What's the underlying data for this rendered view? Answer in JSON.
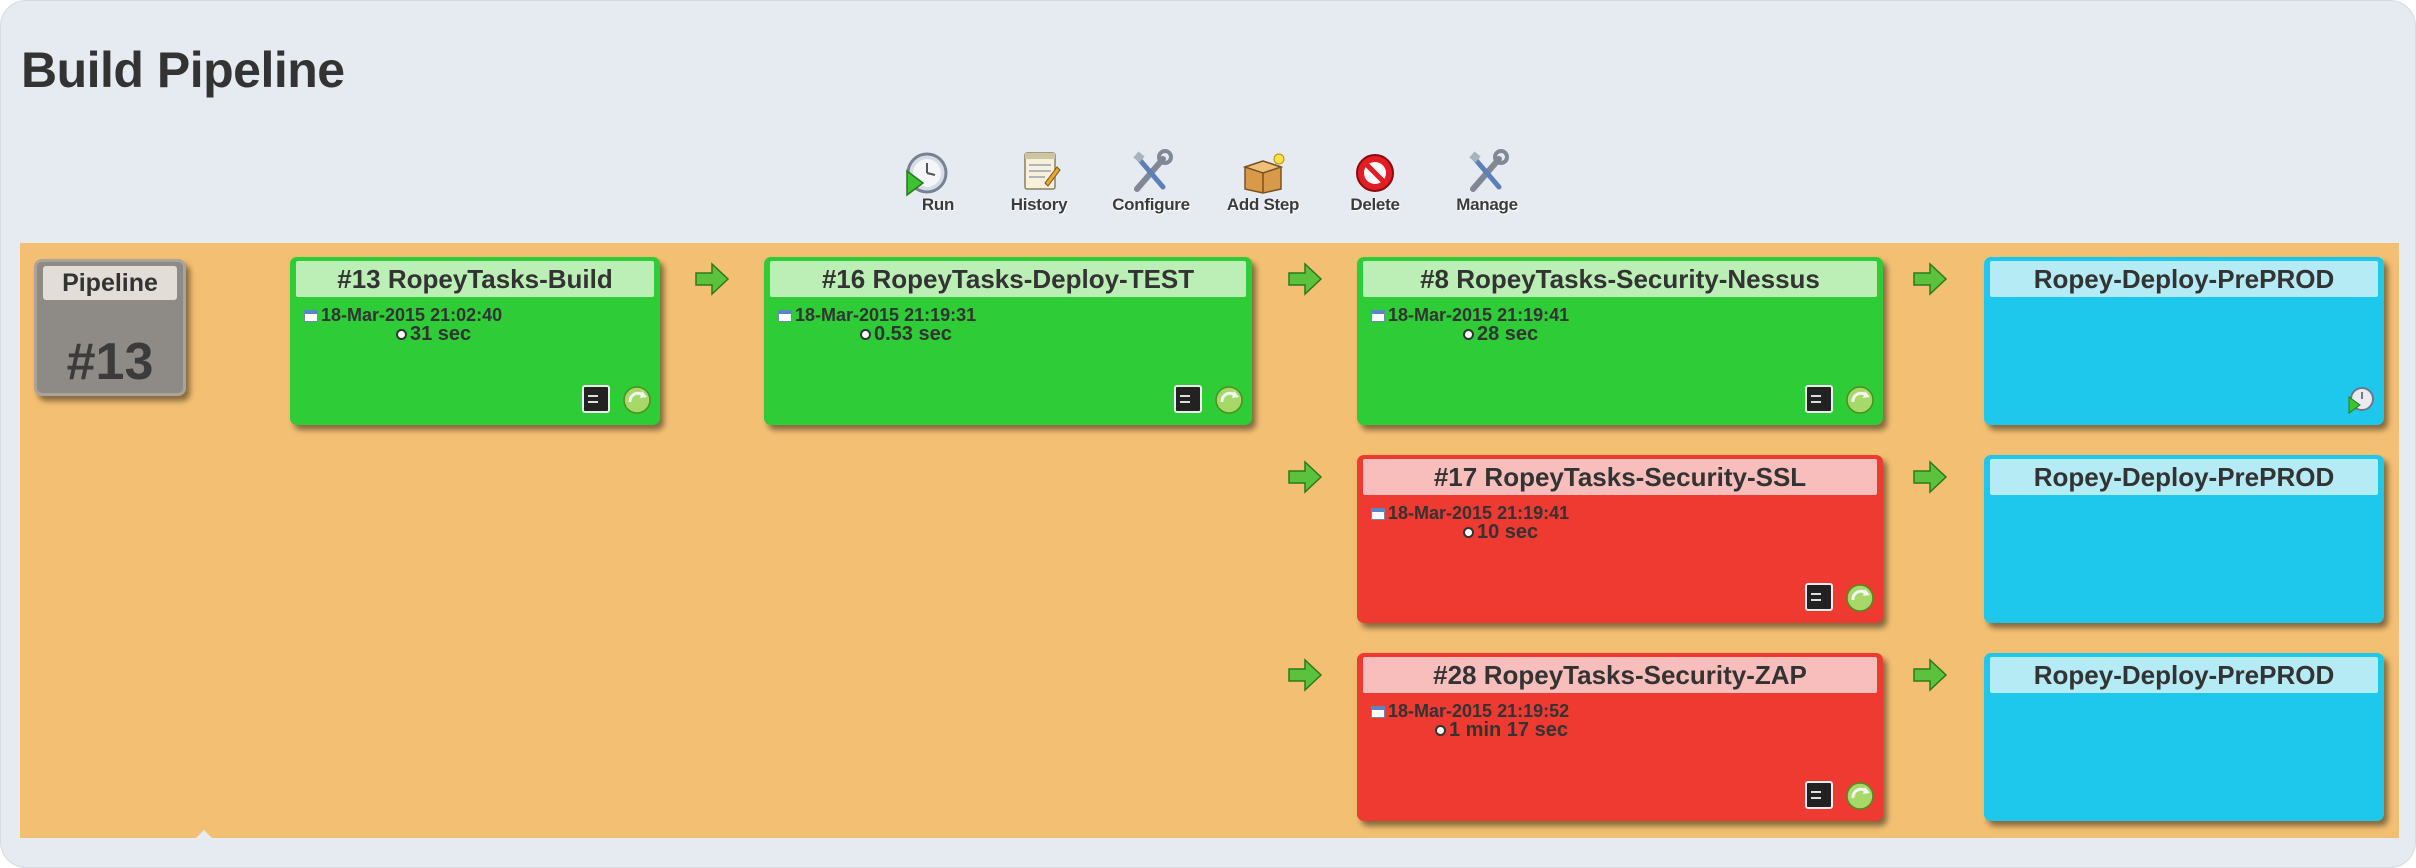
{
  "page": {
    "title": "Build Pipeline"
  },
  "toolbar": {
    "items": [
      {
        "label": "Run",
        "icon": "run-icon"
      },
      {
        "label": "History",
        "icon": "history-icon"
      },
      {
        "label": "Configure",
        "icon": "configure-icon"
      },
      {
        "label": "Add Step",
        "icon": "add-step-icon"
      },
      {
        "label": "Delete",
        "icon": "delete-icon"
      },
      {
        "label": "Manage",
        "icon": "manage-icon"
      }
    ]
  },
  "pipeline": {
    "label": "Pipeline",
    "number": "#13"
  },
  "jobs": {
    "build": {
      "title": "#13 RopeyTasks-Build",
      "date": "18-Mar-2015 21:02:40",
      "duration": "31 sec",
      "status": "success"
    },
    "deploy_test": {
      "title": "#16 RopeyTasks-Deploy-TEST",
      "date": "18-Mar-2015 21:19:31",
      "duration": "0.53 sec",
      "status": "success"
    },
    "nessus": {
      "title": "#8 RopeyTasks-Security-Nessus",
      "date": "18-Mar-2015 21:19:41",
      "duration": "28 sec",
      "status": "success"
    },
    "ssl": {
      "title": "#17 RopeyTasks-Security-SSL",
      "date": "18-Mar-2015 21:19:41",
      "duration": "10 sec",
      "status": "failed"
    },
    "zap": {
      "title": "#28 RopeyTasks-Security-ZAP",
      "date": "18-Mar-2015 21:19:52",
      "duration": "1 min 17 sec",
      "status": "failed"
    },
    "preprod_1": {
      "title": "Ropey-Deploy-PrePROD",
      "status": "pending"
    },
    "preprod_2": {
      "title": "Ropey-Deploy-PrePROD",
      "status": "pending"
    },
    "preprod_3": {
      "title": "Ropey-Deploy-PrePROD",
      "status": "pending"
    }
  },
  "colors": {
    "success": "#2ecc36",
    "failed": "#ee3a31",
    "pending": "#1ec8ec",
    "board": "#f3bf72",
    "background": "#e6ebf2"
  }
}
